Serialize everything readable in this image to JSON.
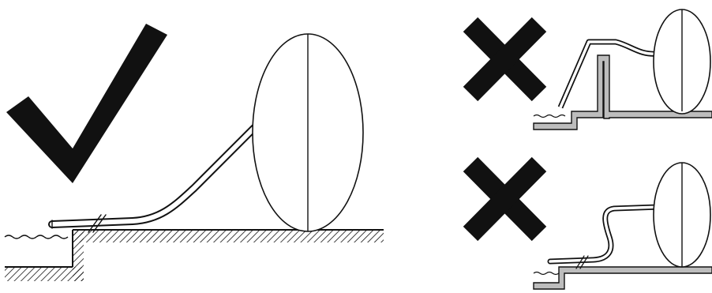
{
  "figure": {
    "panels": [
      {
        "verdict": "correct",
        "mark_icon": "check-mark-icon",
        "mark_color": "#111111"
      },
      {
        "verdict": "incorrect",
        "mark_icon": "cross-mark-icon",
        "mark_color": "#111111"
      },
      {
        "verdict": "incorrect",
        "mark_icon": "cross-mark-icon",
        "mark_color": "#111111"
      }
    ],
    "colors": {
      "line": "#111111",
      "ground_fill": "#bdbdbd",
      "background": "#ffffff"
    }
  }
}
